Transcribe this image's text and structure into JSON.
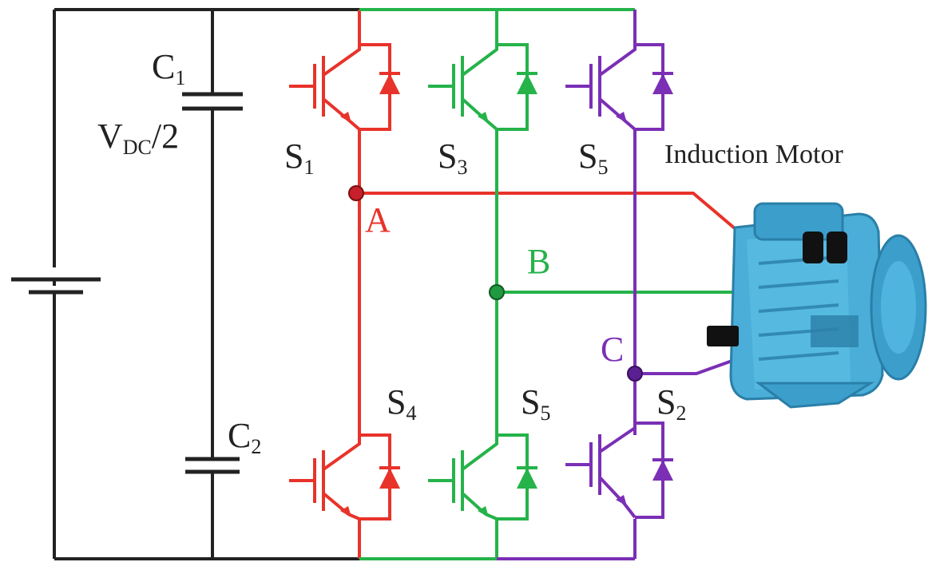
{
  "colors": {
    "black": "#222222",
    "phase_a": "#e8332a",
    "phase_b": "#25b34a",
    "phase_c": "#7b2fb5",
    "motor_body": "#4aaed8",
    "motor_dark": "#2a7fa8",
    "motor_terminal": "#111111"
  },
  "labels": {
    "c1": {
      "main": "C",
      "sub": "1"
    },
    "c2": {
      "main": "C",
      "sub": "2"
    },
    "vdc": {
      "main": "V",
      "sub": "DC",
      "tail": "/2"
    },
    "s1": {
      "main": "S",
      "sub": "1"
    },
    "s3": {
      "main": "S",
      "sub": "3"
    },
    "s5_top": {
      "main": "S",
      "sub": "5"
    },
    "s4": {
      "main": "S",
      "sub": "4"
    },
    "s5_bottom": {
      "main": "S",
      "sub": "5"
    },
    "s2": {
      "main": "S",
      "sub": "2"
    },
    "node_a": "A",
    "node_b": "B",
    "node_c": "C",
    "motor": "Induction Motor"
  }
}
